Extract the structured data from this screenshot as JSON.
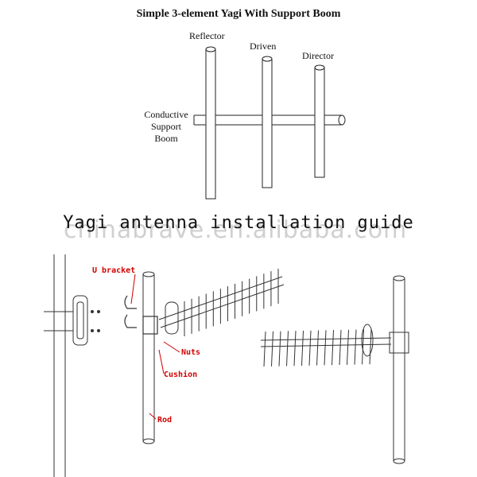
{
  "top_diagram": {
    "title": "Simple 3-element Yagi With Support Boom",
    "labels": {
      "reflector": "Reflector",
      "driven": "Driven",
      "director": "Director",
      "boom_line1": "Conductive",
      "boom_line2": "Support",
      "boom_line3": "Boom"
    }
  },
  "guide": {
    "heading": "Yagi antenna installation guide",
    "watermark": "chinabrave.en.alibaba.com"
  },
  "install_labels": {
    "u_bracket": "U bracket",
    "nuts": "Nuts",
    "cushion": "Cushion",
    "rod": "Rod"
  },
  "colors": {
    "line": "#222222",
    "annotation": "#d20000",
    "watermark": "#c8c8c8"
  }
}
